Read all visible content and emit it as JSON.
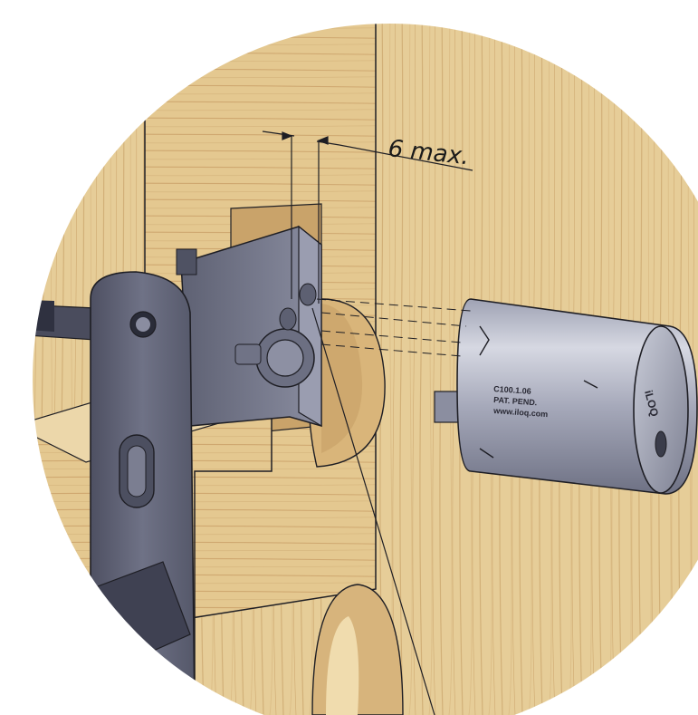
{
  "dimension": {
    "label": "6 max."
  },
  "cylinder_marking": {
    "line1": "C100.1.06",
    "line2": "PAT. PEND.",
    "line3": "www.iloq.com",
    "brand": "iLOQ"
  },
  "colors": {
    "wood_light": "#e8cf9c",
    "wood_mid": "#d9b980",
    "wood_grain": "#c9a468",
    "metal_dark": "#5b5d6e",
    "metal_mid": "#7c7f92",
    "metal_light": "#b9bcc9",
    "outline": "#1e1e24",
    "background": "#ffffff"
  },
  "icons": {
    "cylinder": "lock-cylinder-icon",
    "lock_body": "mortise-lock-icon"
  }
}
